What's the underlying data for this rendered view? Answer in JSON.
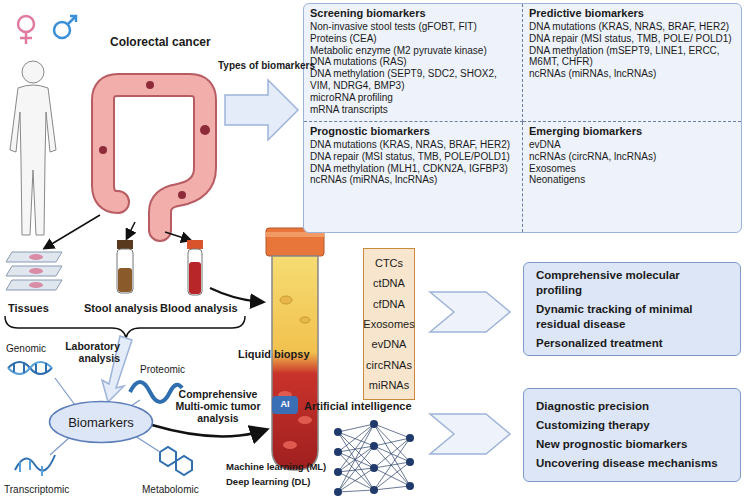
{
  "diagram": {
    "nodes": [
      {
        "text": []
      },
      {
        "text": [
          "Screening biomarkers",
          "Non-invasive stool tests (gFOBT, FIT)",
          "Proteins (CEA)",
          "Metabolic enzyme (M2 pyruvate kinase)",
          "DNA mutations (RAS)",
          "DNA methylation (SEPT9, SDC2, SHOX2, VIM, NDRG4, BMP3)",
          "microRNA profiling",
          "mRNA transcripts"
        ],
        "in": 0
      },
      {
        "text": [
          "Predictive biomarkers",
          "DNA mutations (KRAS, NRAS, BRAF, HER2)",
          "DNA repair (MSI status, TMB, POLE/ POLD1)",
          "DNA methylation (mSEPT9, LINE1, ERCC, M6MT, CHFR)",
          "ncRNAs (miRNAs, lncRNAs)"
        ],
        "in": 0
      },
      {
        "text": [
          "Prognostic biomarkers",
          "DNA mutations (KRAS, NRAS, BRAF, HER2)",
          "DNA repair (MSI status, TMB, POLE/POLD1)",
          "DNA methylation (MLH1, CDKN2A, IGFBP3)",
          "ncRNAs (miRNAs, lncRNAs)"
        ],
        "in": 0
      },
      {
        "text": [
          "Emerging biomarkers",
          "evDNA",
          "ncRNAs (circRNA, lncRNAs)",
          "Exosomes",
          "Neonatigens"
        ],
        "in": 0
      },
      {
        "text": [
          "CTCs",
          "ctDNA",
          "cfDNA",
          "Exosomes",
          "evDNA",
          "circRNAs",
          "miRNAs"
        ]
      },
      {
        "text": [
          "Comprehensive molecular profiling",
          "Dynamic tracking of minimal residual disease",
          "Personalized treatment"
        ]
      },
      {
        "text": [
          "Biomarkers"
        ]
      },
      {
        "text": [
          "Diagnostic precision",
          "Customizing therapy",
          "New prognostic biomarkers",
          "Uncovering disease mechanisms"
        ]
      }
    ],
    "labels": [
      "Colorectal cancer",
      "Types of biomarkers",
      "Tissues",
      "Stool analysis",
      "Blood analysis",
      "Laboratory analysis",
      "Liquid biopsy",
      "Genomic",
      "Proteomic",
      "Transcriptomic",
      "Metabolomic",
      "Comprehensive Multi-omic tumor analysis",
      "AI",
      "Artificial intelligence",
      "Machine learning (ML)",
      "Deep learning (DL)"
    ]
  }
}
